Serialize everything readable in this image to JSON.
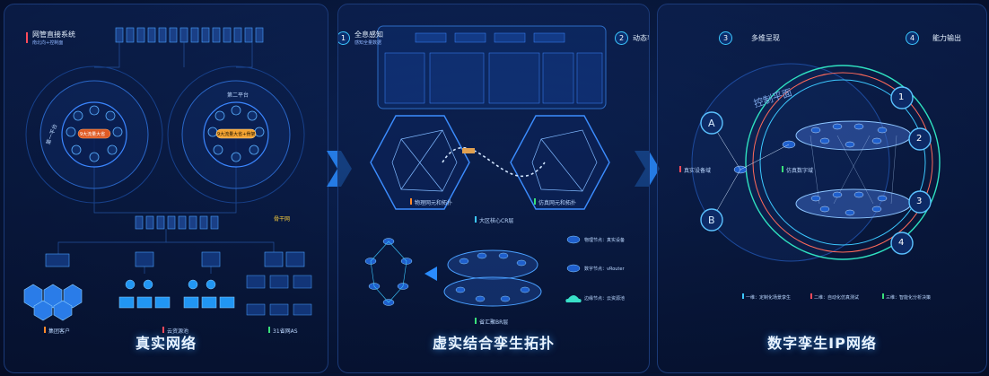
{
  "panel1": {
    "tag_title": "网管直接系统",
    "tag_sub": "南北向+控制面",
    "ring1_label": "第一平台",
    "ring1_center": "9大流量大省",
    "ring2_label": "第二平台",
    "ring2_center": "9大流量大省+骨架",
    "backbone_label": "骨干网",
    "node_bottom1": "集团客户",
    "node_bottom2": "云资源池",
    "node_bottom3": "31省网AS",
    "caption": "真实网络"
  },
  "panel2": {
    "step_num": "1",
    "step_label": "全息感知",
    "step_sub": "感知全量数据",
    "step2_num": "2",
    "step2_label": "动态孪生",
    "hex_left": "物理网元和拓扑",
    "hex_right": "仿真网元和拓扑",
    "label_core": "大区核心CR层",
    "label_br": "省汇聚BR层",
    "legend1": "物理节点：真实设备",
    "legend2": "数字节点：vRouter",
    "legend3": "边缘节点：云资源池",
    "caption": "虚实结合孪生拓扑"
  },
  "panel3": {
    "step3_num": "3",
    "step3_label": "多维呈现",
    "step4_num": "4",
    "step4_label": "能力输出",
    "control_plane": "控制平面",
    "node_a": "A",
    "node_b": "B",
    "real_domain": "真实设备域",
    "sim_domain": "仿真数字域",
    "ring_nums": [
      "1",
      "2",
      "3",
      "4"
    ],
    "legend1": "一维：定制化场景孪生",
    "legend2": "二维：自动化仿真测试",
    "legend3": "三维：智能化分析决策",
    "caption": "数字孪生IP网络"
  },
  "colors": {
    "accent": "#3cc8ff",
    "red": "#ff4a5a",
    "orange": "#ff8a2a",
    "green": "#39e07a",
    "yellow": "#ffd23c"
  }
}
